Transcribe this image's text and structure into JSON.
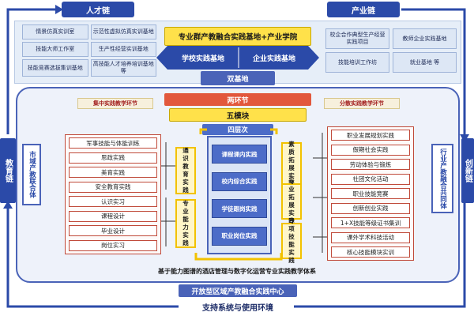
{
  "top": {
    "talent_chain": "人才链",
    "industry_chain": "产业链",
    "hub_title": "专业群产教融合实践基地+产业学院",
    "school_base": "学校实践基地",
    "enterprise_base": "企业实践基地",
    "dual_base": "双基地",
    "left_cells": [
      "情景仿真实训室",
      "示范性虚拟仿真实训基地",
      "技能大师工作室",
      "生产性经营实训基地",
      "技能竞赛选拔集训基地",
      "高技能人才培养培训基地 等"
    ],
    "right_cells": [
      "校企合作典型生产经营实践项目",
      "教师企业实践基地",
      "技能培训工作坊",
      "就业基地 等"
    ]
  },
  "side": {
    "education_chain": "教育链",
    "innovation_chain": "创新链",
    "city_union": "市域产教联合体",
    "industry_community": "行业产教融合共同体"
  },
  "main": {
    "two_links": "两环节",
    "five_modules": "五模块",
    "four_levels": "四层次",
    "left_header": "集中实践教学环节",
    "right_header": "分散实践教学环节",
    "left_items": [
      "军事技能与体能训练",
      "思政实践",
      "美育实践",
      "安全教育实践",
      "认识实习",
      "课程设计",
      "毕业设计",
      "岗位实习"
    ],
    "right_items": [
      "职业发展规划实践",
      "假期社会实践",
      "劳动体验与锻炼",
      "社团文化活动",
      "职业技能竞赛",
      "创新创业实践",
      "1+X技能等级证书集训",
      "课外学术科技活动",
      "核心技能模块实训"
    ],
    "module_general": "通识教育实践",
    "module_professional": "专业能力实践",
    "module_quality": "素质拓展实践",
    "module_expand": "专业拓展实践",
    "module_special": "专项技能实践",
    "levels": [
      "课程课内实践",
      "校内综合实践",
      "学徒跟岗实践",
      "职业岗位实践"
    ],
    "caption": "基于能力图谱的酒店管理与数字化运营专业实践教学体系"
  },
  "bottom": {
    "center": "开放型区域产教融合实践中心",
    "support": "支持系统与使用环境"
  }
}
